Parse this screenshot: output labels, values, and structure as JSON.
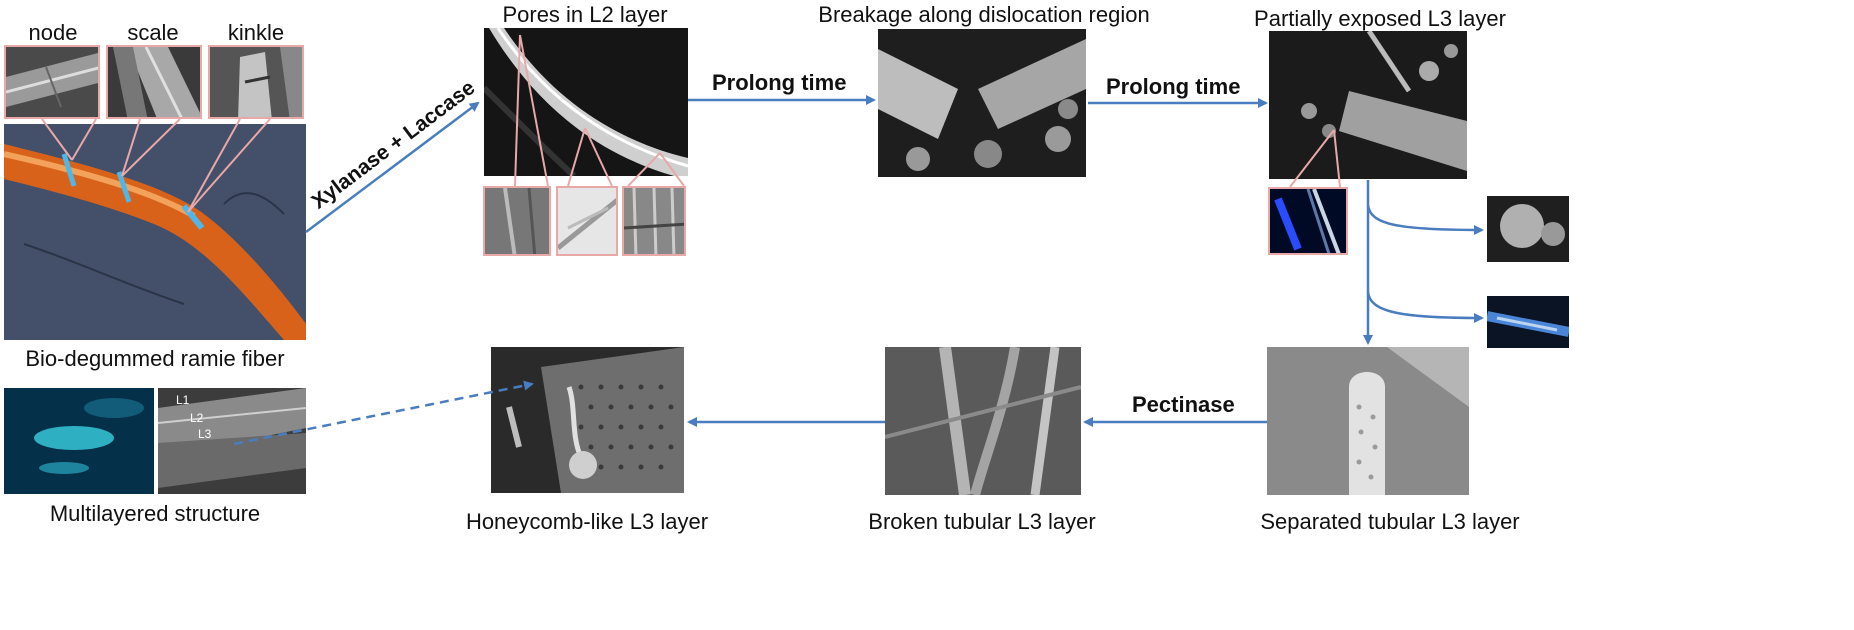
{
  "figure": {
    "top_labels": {
      "node": "node",
      "scale": "scale",
      "kinkle": "kinkle",
      "pores": "Pores in L2 layer",
      "breakage": "Breakage along dislocation region",
      "partial": "Partially exposed L3 layer"
    },
    "arrows": {
      "enzyme": "Xylanase + Laccase",
      "prolong1": "Prolong time",
      "prolong2": "Prolong time",
      "pectinase": "Pectinase"
    },
    "bottom_labels": {
      "ramie": "Bio-degummed ramie fiber",
      "multilayer": "Multilayered structure",
      "honeycomb": "Honeycomb-like L3 layer",
      "broken": "Broken  tubular L3 layer",
      "separated": "Separated  tubular L3 layer"
    },
    "layer_marks": [
      "L1",
      "L2",
      "L3"
    ],
    "colors": {
      "arrow": "#4a7cc0",
      "callout": "#e8a8a8",
      "micrograph_bg": "#1a1a1a",
      "fiber_bg": "#44506a",
      "fiber": "#d9621a"
    }
  }
}
